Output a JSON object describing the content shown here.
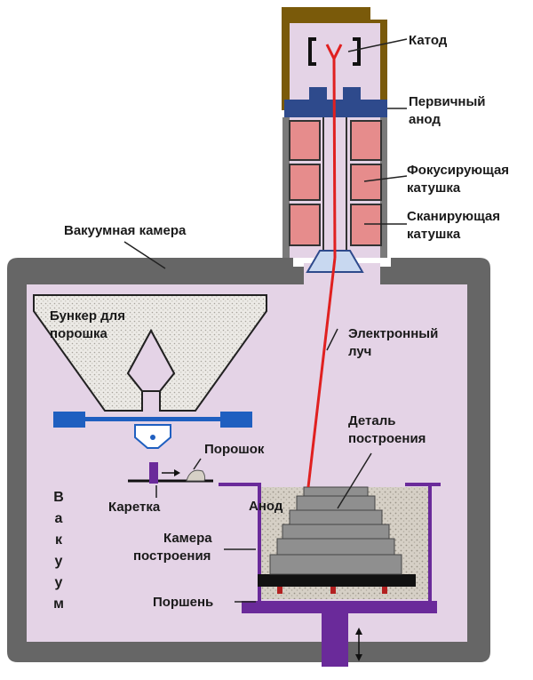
{
  "labels": {
    "cathode": "Катод",
    "primary_anode_1": "Первичный",
    "primary_anode_2": "анод",
    "focus_coil_1": "Фокусирующая",
    "focus_coil_2": "катушка",
    "scan_coil_1": "Сканирующая",
    "scan_coil_2": "катушка",
    "vacuum_chamber": "Вакуумная камера",
    "hopper_1": "Бункер для",
    "hopper_2": "порошка",
    "beam_1": "Электронный",
    "beam_2": "луч",
    "part_1": "Деталь",
    "part_2": "построения",
    "powder": "Порошок",
    "carriage": "Каретка",
    "anode": "Анод",
    "build_chamber_1": "Камера",
    "build_chamber_2": "построения",
    "piston": "Поршень",
    "vacuum_letters": [
      "В",
      "а",
      "к",
      "у",
      "у",
      "м"
    ]
  },
  "colors": {
    "chamber_wall": "#666666",
    "chamber_inside": "#e4d3e6",
    "gun_housing": "#7a5a0a",
    "primary_anode": "#2e4a8c",
    "coil": "#e68c8c",
    "beam": "#e02020",
    "powder": "#c8c0b0",
    "rake": "#1f5fc0",
    "piston": "#6a2a9a",
    "part": "#8f8f8f"
  }
}
